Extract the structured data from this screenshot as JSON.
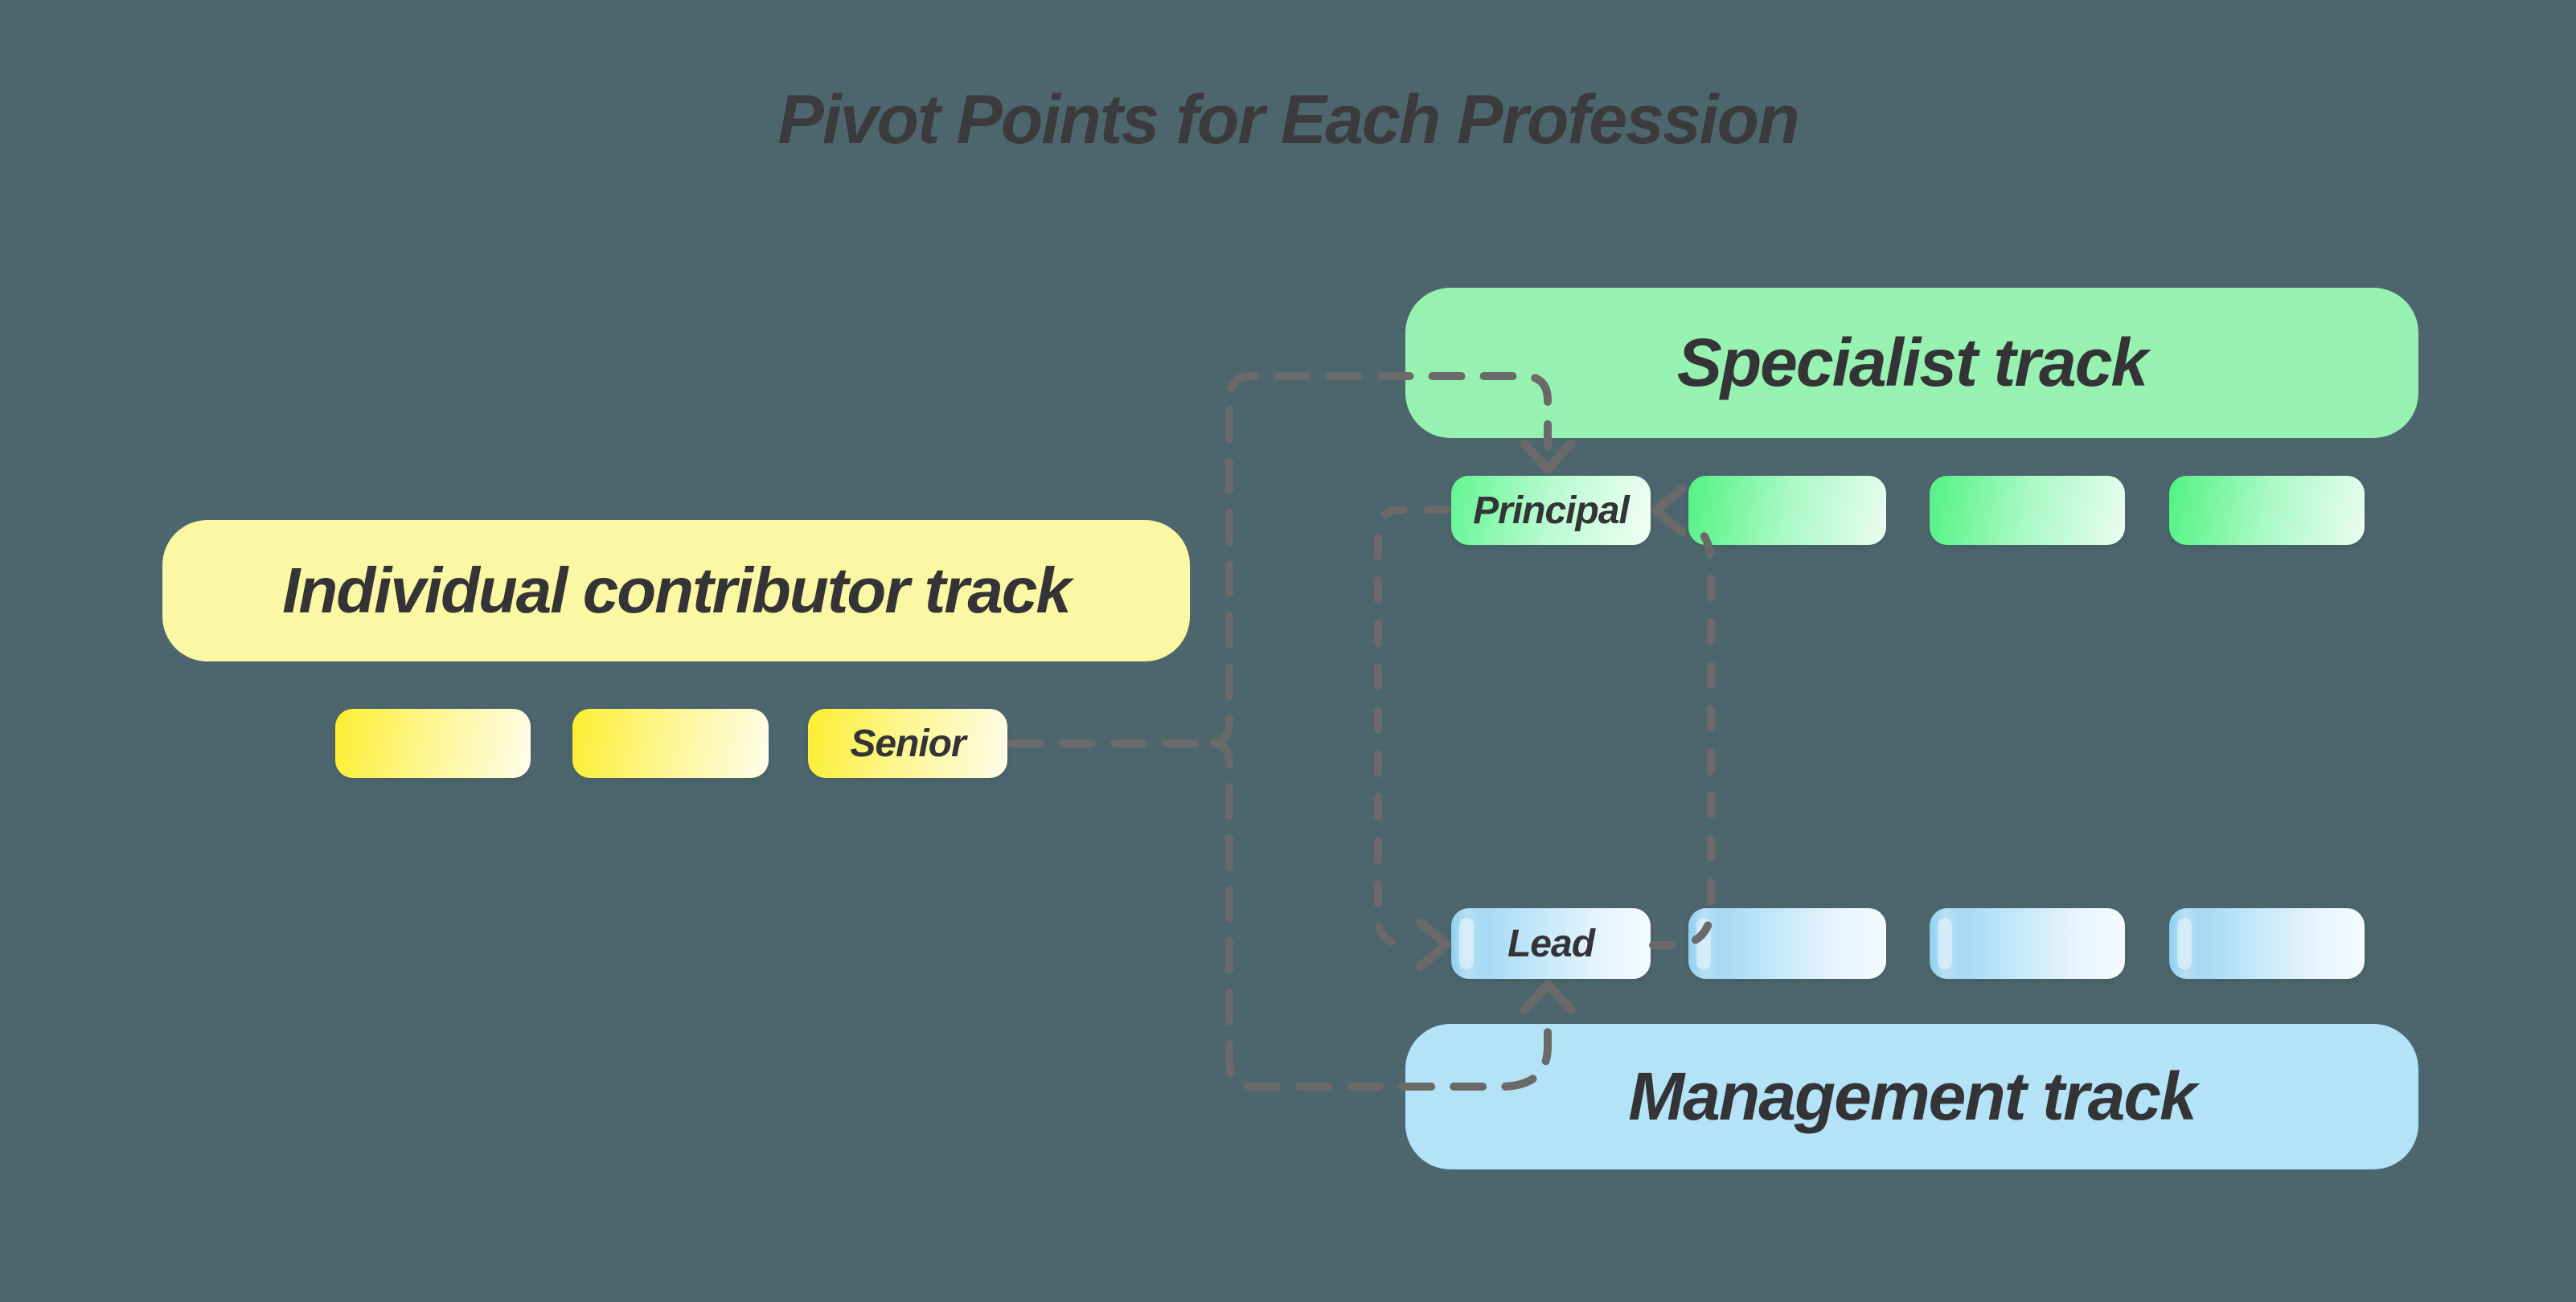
{
  "title": "Pivot Points for Each Profession",
  "background_color": "#4d666d",
  "connector_color": "#6a6a6a",
  "text_color": "#3b3b3d",
  "tracks": {
    "individual_contributor": {
      "label": "Individual contributor track",
      "theme_color": "#fbf7a3",
      "accent_color": "#fcee2e",
      "levels": [
        {
          "label": ""
        },
        {
          "label": ""
        },
        {
          "label": "Senior"
        }
      ]
    },
    "specialist": {
      "label": "Specialist track",
      "theme_color": "#97f2b1",
      "accent_color": "#52f283",
      "levels": [
        {
          "label": "Principal"
        },
        {
          "label": ""
        },
        {
          "label": ""
        },
        {
          "label": ""
        }
      ]
    },
    "management": {
      "label": "Management track",
      "theme_color": "#b4e3f7",
      "accent_color": "#8fd0f0",
      "levels": [
        {
          "label": "Lead"
        },
        {
          "label": ""
        },
        {
          "label": ""
        },
        {
          "label": ""
        }
      ]
    }
  },
  "connections": [
    {
      "from": "Senior",
      "to": "Principal",
      "style": "dashed-arrow"
    },
    {
      "from": "Senior",
      "to": "Lead",
      "style": "dashed-arrow"
    },
    {
      "from": "Principal",
      "to": "Lead",
      "style": "dashed-arrow"
    },
    {
      "from": "Lead",
      "to": "Principal",
      "style": "dashed-arrow"
    }
  ]
}
